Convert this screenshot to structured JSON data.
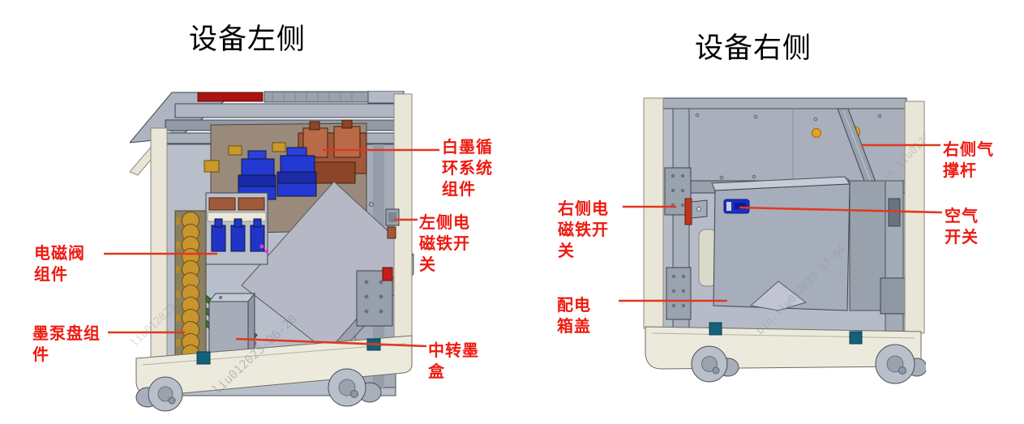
{
  "figures": {
    "left": {
      "title": "设备左侧",
      "watermark": "liu012023-06-20",
      "labels": {
        "white_ink_circulation": {
          "text": "白墨循环系统组件",
          "lines": [
            "白墨循",
            "环系统",
            "组件"
          ]
        },
        "left_electromagnet_switch": {
          "text": "左侧电磁铁开关",
          "lines": [
            "左侧电",
            "磁铁开",
            "关"
          ]
        },
        "solenoid_valve": {
          "text": "电磁阀组件",
          "lines": [
            "电磁阀",
            "组件"
          ]
        },
        "ink_pump_disk": {
          "text": "墨泵盘组件",
          "lines": [
            "墨泵盘组",
            "件"
          ]
        },
        "transfer_ink_cartridge": {
          "text": "中转墨盒",
          "lines": [
            "中转墨",
            "盒"
          ]
        }
      }
    },
    "right": {
      "title": "设备右侧",
      "watermark": "bin.liu012023-07-04",
      "labels": {
        "right_gas_strut": {
          "text": "右侧气撑杆",
          "lines": [
            "右侧气",
            "撑杆"
          ]
        },
        "air_switch": {
          "text": "空气开关",
          "lines": [
            "空气",
            "开关"
          ]
        },
        "right_electromagnet_switch": {
          "text": "右侧电磁铁开关",
          "lines": [
            "右侧电",
            "磁铁开",
            "关"
          ]
        },
        "distribution_box_cover": {
          "text": "配电箱盖",
          "lines": [
            "配电",
            "箱盖"
          ]
        }
      }
    }
  },
  "colors": {
    "title_text": "#000000",
    "label_text": "#ee1a10",
    "leader_line": "#e0391f",
    "frame_cream": "#e9e6d7",
    "frame_gray": "#a9b0bc",
    "pump_gold": "#c9952f",
    "component_blue": "#2439d2",
    "copper_brown": "#a3583a",
    "accent_teal": "#15607a",
    "knob_orange": "#e8a21e",
    "watermark_gray": "#8d97a1"
  }
}
